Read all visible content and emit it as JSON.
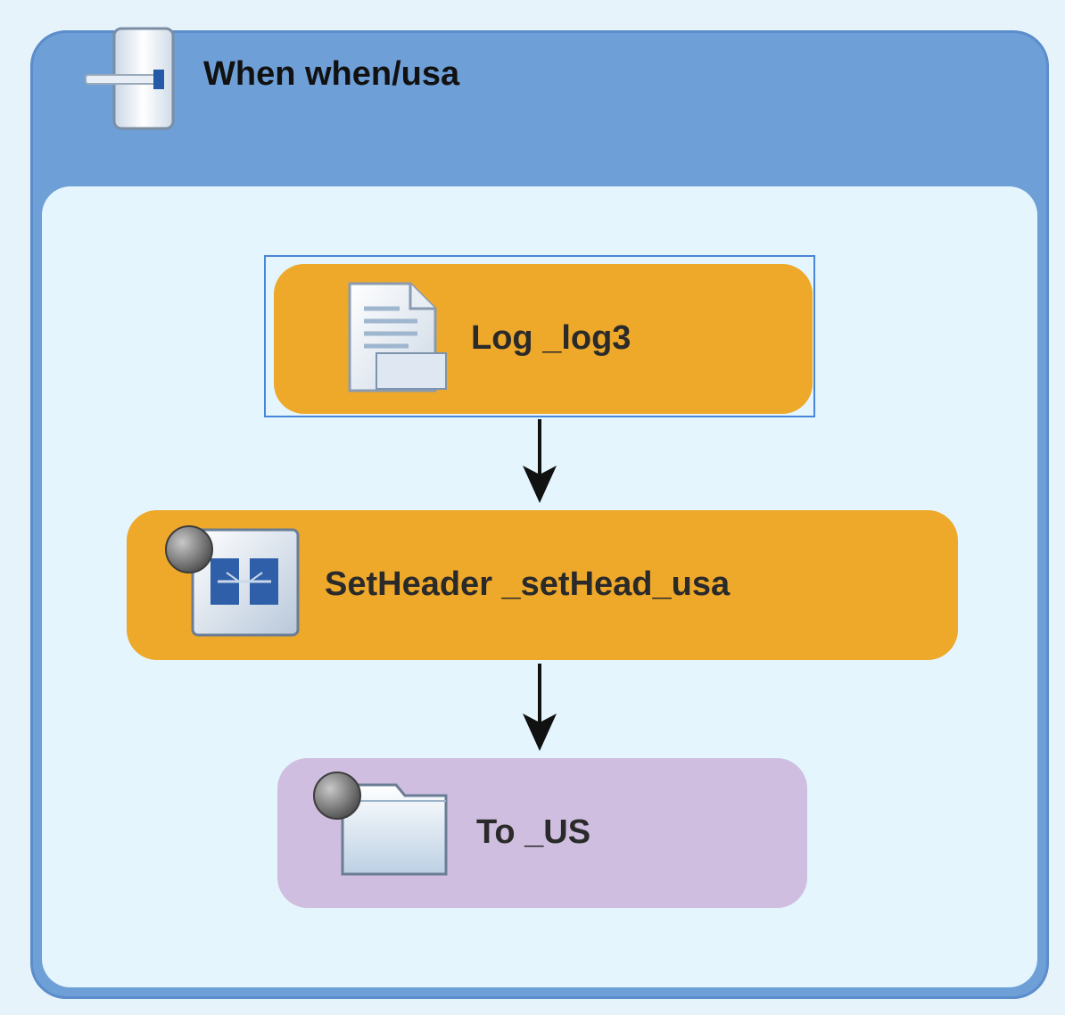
{
  "when_block": {
    "title": "When when/usa",
    "icon": "when-route-icon"
  },
  "nodes": [
    {
      "id": "log",
      "label": "Log _log3",
      "icon": "log-document-icon",
      "color": "#eea92b",
      "selected": true
    },
    {
      "id": "setheader",
      "label": "SetHeader _setHead_usa",
      "icon": "set-header-icon",
      "color": "#eea92b",
      "selected": false
    },
    {
      "id": "to",
      "label": "To _US",
      "icon": "folder-icon",
      "color": "#cfbedf",
      "selected": false
    }
  ],
  "edges": [
    {
      "from": "log",
      "to": "setheader"
    },
    {
      "from": "setheader",
      "to": "to"
    }
  ],
  "colors": {
    "container": "#6e9fd6",
    "container_inner": "#e4f5fd",
    "processor_node": "#eea92b",
    "endpoint_node": "#cfbedf",
    "selection": "#4a86d8"
  }
}
